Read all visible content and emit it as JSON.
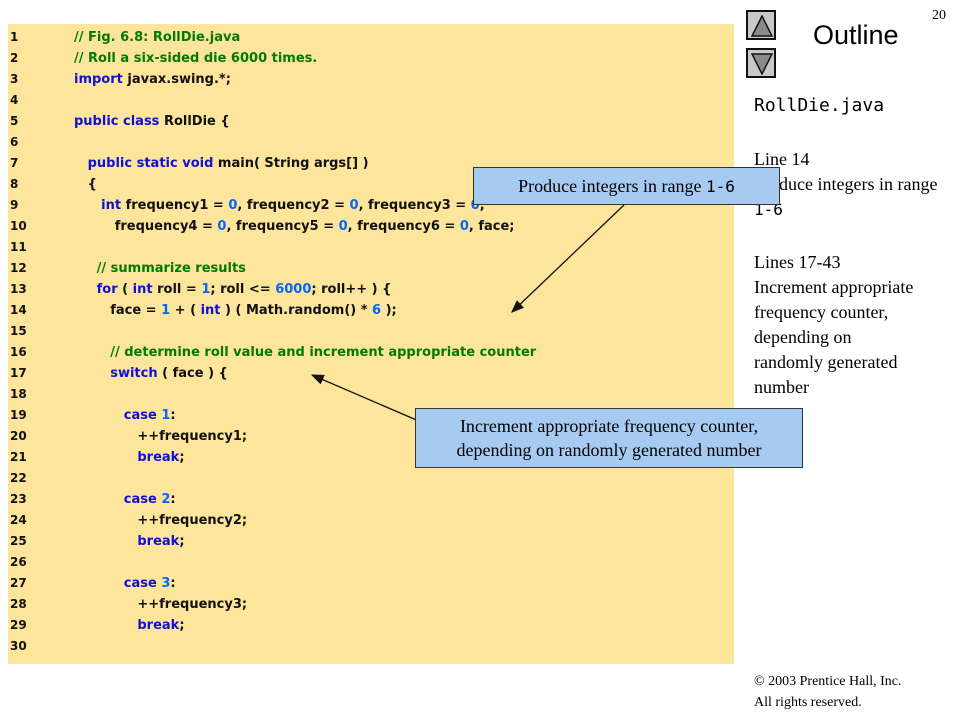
{
  "slide_number": "20",
  "outline": {
    "title": "Outline",
    "file_name": "RollDie.java",
    "note1": {
      "heading": "Line 14",
      "text_before": "Produce integers in range ",
      "range": "1-6"
    },
    "note2": {
      "heading": "Lines 17-43",
      "text": [
        "Increment appropriate",
        "frequency counter,",
        "depending on",
        "randomly generated",
        "number"
      ]
    }
  },
  "nav": {
    "up_icon": "triangle-up-icon",
    "down_icon": "triangle-down-icon"
  },
  "callouts": {
    "range": {
      "text_before": "Produce integers in range ",
      "range": "1-6"
    },
    "increment": {
      "line1": "Increment appropriate frequency counter,",
      "line2": "depending on randomly generated number"
    }
  },
  "code_lines": [
    {
      "n": "1",
      "tokens": [
        [
          "cm",
          "// Fig. 6.8: RollDie.java"
        ]
      ]
    },
    {
      "n": "2",
      "tokens": [
        [
          "cm",
          "// Roll a six-sided die 6000 times."
        ]
      ]
    },
    {
      "n": "3",
      "tokens": [
        [
          "kw",
          "import"
        ],
        [
          "pn",
          " javax.swing.*;"
        ]
      ]
    },
    {
      "n": "4",
      "tokens": []
    },
    {
      "n": "5",
      "tokens": [
        [
          "kw",
          "public class"
        ],
        [
          "pn",
          " RollDie {"
        ]
      ]
    },
    {
      "n": "6",
      "tokens": []
    },
    {
      "n": "7",
      "tokens": [
        [
          "pn",
          "   "
        ],
        [
          "kw",
          "public static void"
        ],
        [
          "pn",
          " main( String args[] )"
        ]
      ]
    },
    {
      "n": "8",
      "tokens": [
        [
          "pn",
          "   {"
        ]
      ]
    },
    {
      "n": "9",
      "tokens": [
        [
          "pn",
          "      "
        ],
        [
          "kw",
          "int"
        ],
        [
          "pn",
          " frequency1 = "
        ],
        [
          "num",
          "0"
        ],
        [
          "pn",
          ", frequency2 = "
        ],
        [
          "num",
          "0"
        ],
        [
          "pn",
          ", frequency3 = "
        ],
        [
          "num",
          "0"
        ],
        [
          "pn",
          ","
        ]
      ]
    },
    {
      "n": "10",
      "tokens": [
        [
          "pn",
          "         frequency4 = "
        ],
        [
          "num",
          "0"
        ],
        [
          "pn",
          ", frequency5 = "
        ],
        [
          "num",
          "0"
        ],
        [
          "pn",
          ", frequency6 = "
        ],
        [
          "num",
          "0"
        ],
        [
          "pn",
          ", face;"
        ]
      ]
    },
    {
      "n": "11",
      "tokens": []
    },
    {
      "n": "12",
      "tokens": [
        [
          "pn",
          "     "
        ],
        [
          "cm",
          "// summarize results"
        ]
      ]
    },
    {
      "n": "13",
      "tokens": [
        [
          "pn",
          "     "
        ],
        [
          "kw",
          "for"
        ],
        [
          "pn",
          " ( "
        ],
        [
          "kw",
          "int"
        ],
        [
          "pn",
          " roll = "
        ],
        [
          "num",
          "1"
        ],
        [
          "pn",
          "; roll <= "
        ],
        [
          "num",
          "6000"
        ],
        [
          "pn",
          "; roll++ ) {"
        ]
      ]
    },
    {
      "n": "14",
      "tokens": [
        [
          "pn",
          "        face = "
        ],
        [
          "num",
          "1"
        ],
        [
          "pn",
          " + ( "
        ],
        [
          "kw",
          "int"
        ],
        [
          "pn",
          " ) ( Math.random() * "
        ],
        [
          "num",
          "6"
        ],
        [
          "pn",
          " );"
        ]
      ]
    },
    {
      "n": "15",
      "tokens": []
    },
    {
      "n": "16",
      "tokens": [
        [
          "pn",
          "        "
        ],
        [
          "cm",
          "// determine roll value and increment appropriate counter"
        ]
      ]
    },
    {
      "n": "17",
      "tokens": [
        [
          "pn",
          "        "
        ],
        [
          "kw",
          "switch"
        ],
        [
          "pn",
          " ( face ) {"
        ]
      ]
    },
    {
      "n": "18",
      "tokens": []
    },
    {
      "n": "19",
      "tokens": [
        [
          "pn",
          "           "
        ],
        [
          "kw",
          "case"
        ],
        [
          "pn",
          " "
        ],
        [
          "num",
          "1"
        ],
        [
          "pn",
          ":"
        ]
      ]
    },
    {
      "n": "20",
      "tokens": [
        [
          "pn",
          "              ++frequency1;"
        ]
      ]
    },
    {
      "n": "21",
      "tokens": [
        [
          "pn",
          "              "
        ],
        [
          "kw",
          "break"
        ],
        [
          "pn",
          ";"
        ]
      ]
    },
    {
      "n": "22",
      "tokens": []
    },
    {
      "n": "23",
      "tokens": [
        [
          "pn",
          "           "
        ],
        [
          "kw",
          "case"
        ],
        [
          "pn",
          " "
        ],
        [
          "num",
          "2"
        ],
        [
          "pn",
          ":"
        ]
      ]
    },
    {
      "n": "24",
      "tokens": [
        [
          "pn",
          "              ++frequency2;"
        ]
      ]
    },
    {
      "n": "25",
      "tokens": [
        [
          "pn",
          "              "
        ],
        [
          "kw",
          "break"
        ],
        [
          "pn",
          ";"
        ]
      ]
    },
    {
      "n": "26",
      "tokens": []
    },
    {
      "n": "27",
      "tokens": [
        [
          "pn",
          "           "
        ],
        [
          "kw",
          "case"
        ],
        [
          "pn",
          " "
        ],
        [
          "num",
          "3"
        ],
        [
          "pn",
          ":"
        ]
      ]
    },
    {
      "n": "28",
      "tokens": [
        [
          "pn",
          "              ++frequency3;"
        ]
      ]
    },
    {
      "n": "29",
      "tokens": [
        [
          "pn",
          "              "
        ],
        [
          "kw",
          "break"
        ],
        [
          "pn",
          ";"
        ]
      ]
    },
    {
      "n": "30",
      "tokens": []
    }
  ],
  "footer": {
    "copyright_symbol": "©",
    "line1": " 2003 Prentice Hall, Inc.",
    "line2": "All rights reserved."
  }
}
